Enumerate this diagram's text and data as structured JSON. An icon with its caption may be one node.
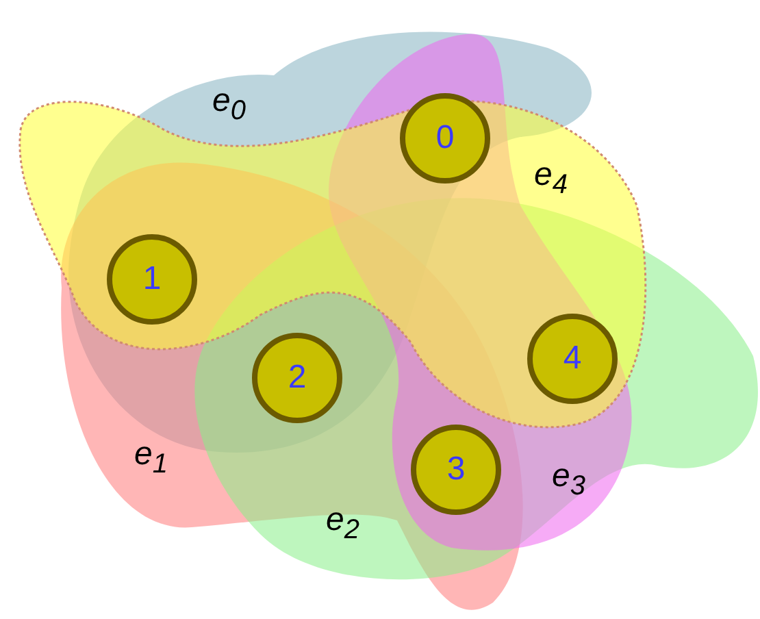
{
  "diagram": {
    "nodes": [
      {
        "text": [
          "e$_{0}$"
        ]
      },
      {
        "text": [
          "e$_{1}$"
        ]
      },
      {
        "text": [
          "e$_{2}$"
        ]
      },
      {
        "text": [
          "e$_{3}$"
        ]
      },
      {
        "text": [
          "e$_{4}$"
        ]
      },
      {
        "text": [
          "0"
        ]
      },
      {
        "text": [
          "1"
        ]
      },
      {
        "text": [
          "2"
        ]
      },
      {
        "text": [
          "3"
        ]
      },
      {
        "text": [
          "4"
        ]
      }
    ]
  }
}
